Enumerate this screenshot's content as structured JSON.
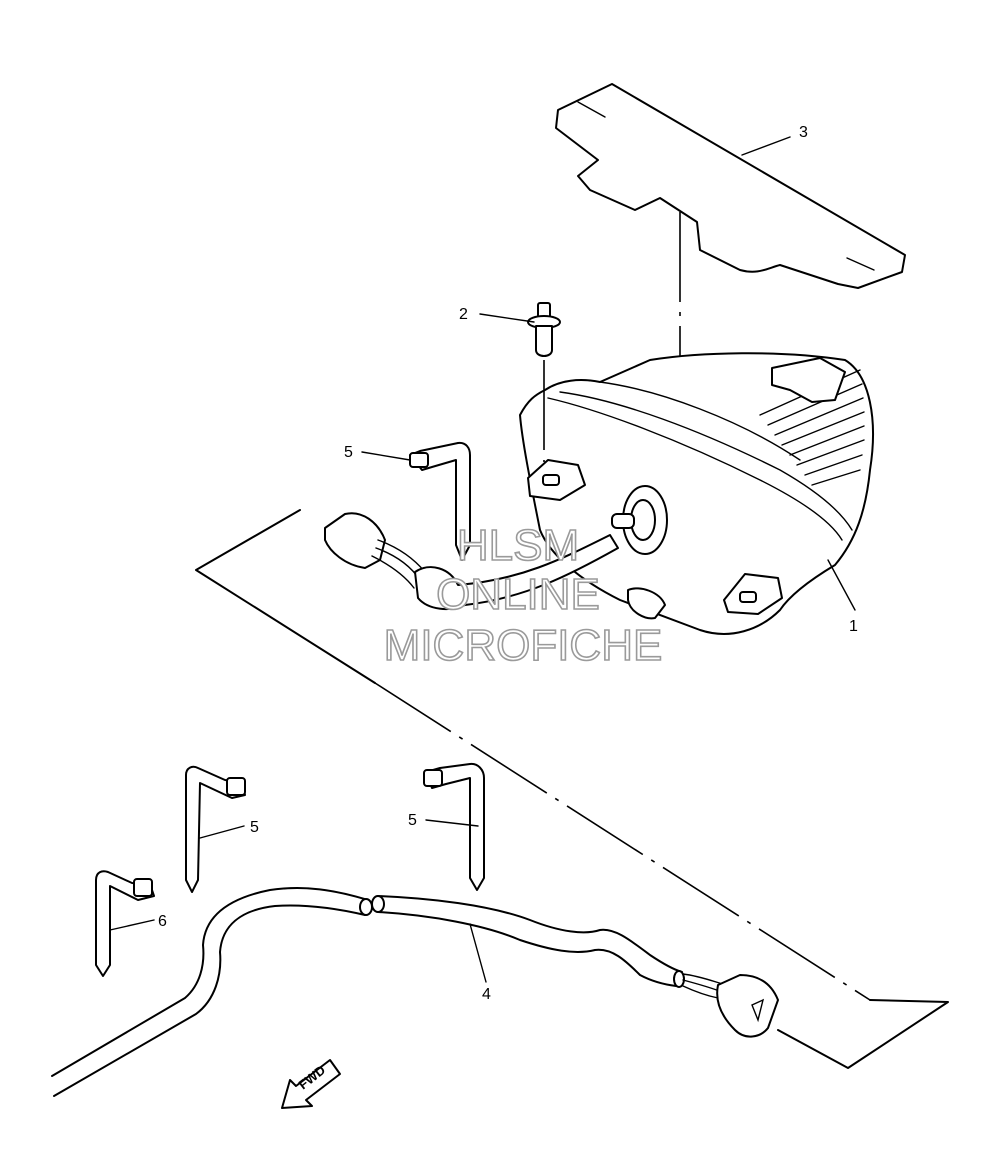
{
  "callouts": {
    "c1": "1",
    "c2": "2",
    "c3": "3",
    "c4": "4",
    "c5a": "5",
    "c5b": "5",
    "c5c": "5",
    "c6": "6"
  },
  "direction_arrow": {
    "label": "FWD",
    "icon": "forward-arrow-icon"
  },
  "watermark": {
    "line1": "HLSM",
    "line2": "ONLINE",
    "line3": "MICROFICHE"
  }
}
